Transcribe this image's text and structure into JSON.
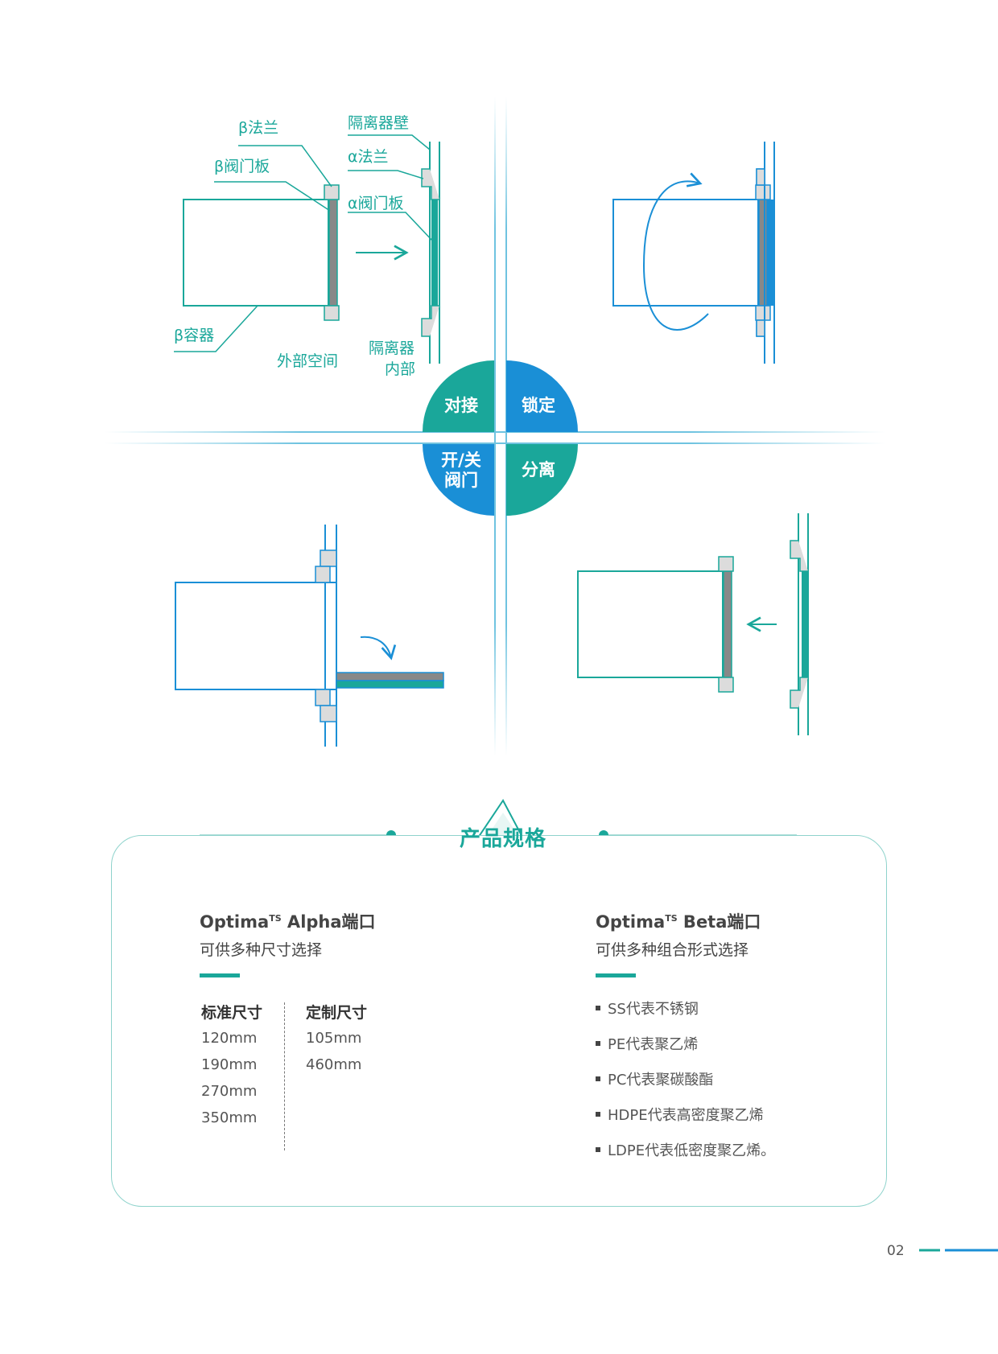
{
  "diagram": {
    "labels": {
      "beta_flange": "β法兰",
      "beta_valve_plate": "β阀门板",
      "beta_container": "β容器",
      "outside_space": "外部空间",
      "isolator_wall": "隔离器壁",
      "alpha_flange": "α法兰",
      "alpha_valve_plate": "α阀门板",
      "isolator_inside_line1": "隔离器",
      "isolator_inside_line2": "内部"
    },
    "steps": {
      "dock": "对接",
      "lock": "锁定",
      "open_close_line1": "开/关",
      "open_close_line2": "阀门",
      "separate": "分离"
    },
    "colors": {
      "teal": "#1aa79a",
      "blue": "#1a8fd6",
      "gray": "#888888",
      "flange_fill": "#dcdcdc"
    }
  },
  "specs": {
    "section_title": "产品规格",
    "alpha": {
      "title_prefix": "Optima",
      "title_sup": "TS",
      "title_suffix": " Alpha端口",
      "subtitle": "可供多种尺寸选择",
      "standard_header": "标准尺寸",
      "custom_header": "定制尺寸",
      "standard_sizes": [
        "120mm",
        "190mm",
        "270mm",
        "350mm"
      ],
      "custom_sizes": [
        "105mm",
        "460mm"
      ]
    },
    "beta": {
      "title_prefix": "Optima",
      "title_sup": "TS",
      "title_suffix": " Beta端口",
      "subtitle": "可供多种组合形式选择",
      "items": [
        "SS代表不锈钢",
        "PE代表聚乙烯",
        "PC代表聚碳酸酯",
        "HDPE代表高密度聚乙烯",
        "LDPE代表低密度聚乙烯。"
      ]
    }
  },
  "page_number": "02"
}
